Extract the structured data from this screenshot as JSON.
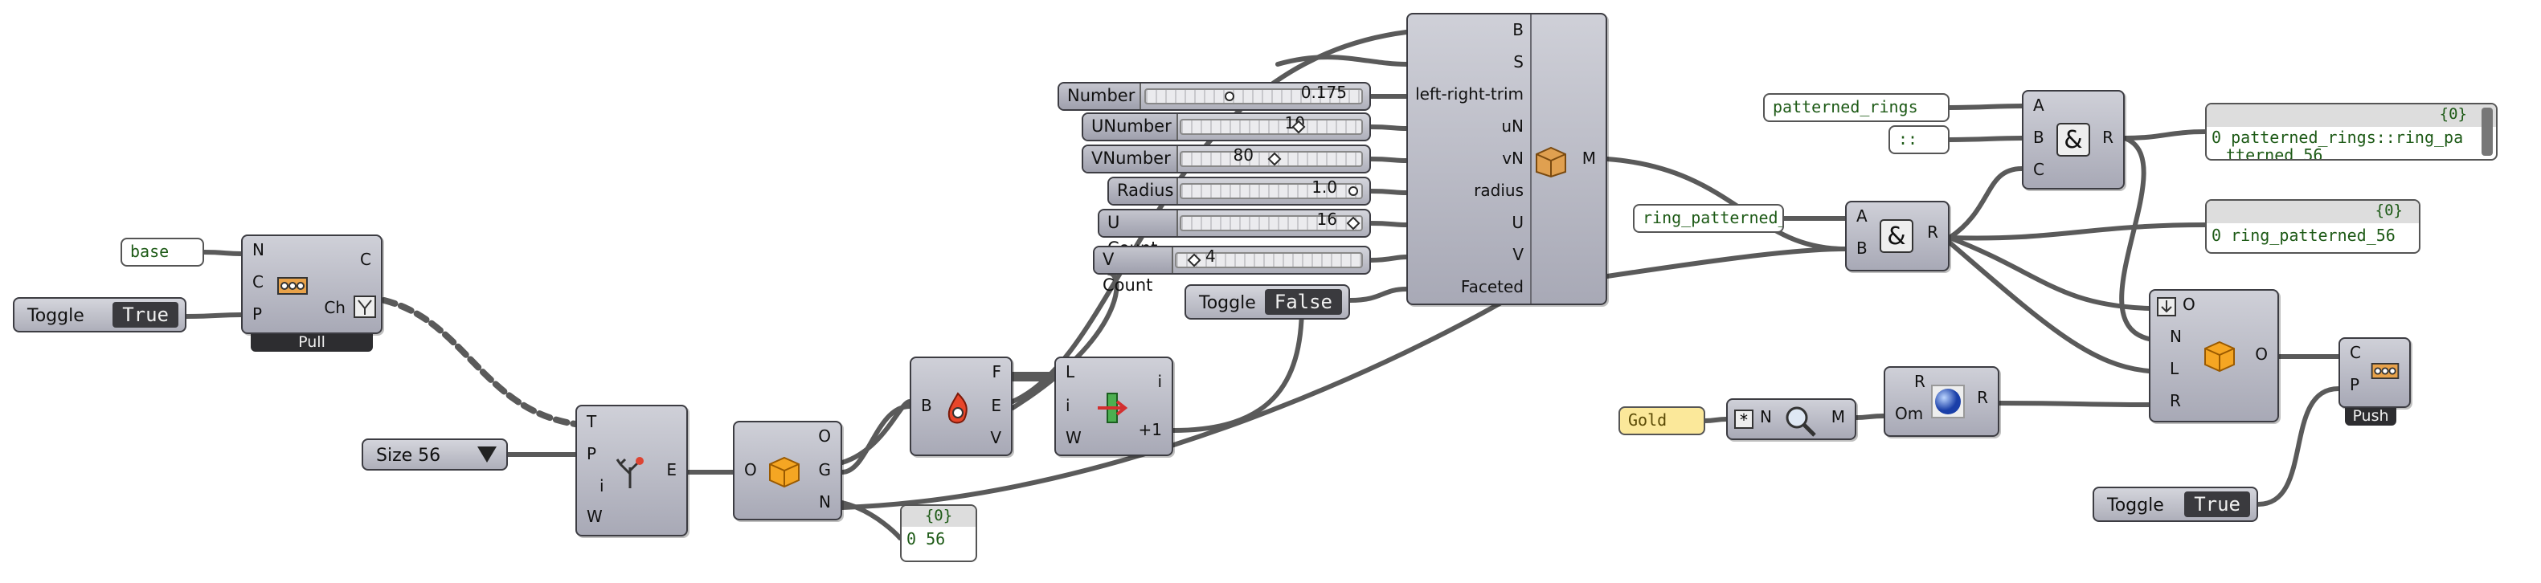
{
  "panels": {
    "base": "base",
    "patterned_rings": "patterned_rings",
    "separator": "::",
    "ring_patterned": "ring_patterned_",
    "gold": "Gold",
    "output_count": "{0}",
    "output_index": "0",
    "output_value": "56",
    "out1_header": "{0}",
    "out1_index": "0",
    "out1_value": "patterned_rings::ring_pa",
    "out1_cut": "tterned_56",
    "out2_header": "{0}",
    "out2_index": "0",
    "out2_value": "ring_patterned_56"
  },
  "toggles": {
    "t1_label": "Toggle",
    "t1_value": "True",
    "t2_label": "Toggle",
    "t2_value": "False",
    "t3_label": "Toggle",
    "t3_value": "True"
  },
  "sliders": [
    {
      "name": "Number",
      "value": "0.175"
    },
    {
      "name": "UNumber",
      "value": "10"
    },
    {
      "name": "VNumber",
      "value": "80"
    },
    {
      "name": "Radius",
      "value": "1.0"
    },
    {
      "name": "U Count",
      "value": "16"
    },
    {
      "name": "V Count",
      "value": "4"
    }
  ],
  "value_list": {
    "label": "Size 56"
  },
  "pull": {
    "inputs": [
      "N",
      "C",
      "P"
    ],
    "outputs": [
      "C",
      "Ch"
    ],
    "label": "Pull"
  },
  "push": {
    "inputs": [
      "C",
      "P"
    ],
    "label": "Push"
  },
  "tree": {
    "inputs": [
      "T",
      "P",
      "i",
      "W"
    ],
    "outputs": [
      "E"
    ]
  },
  "geo": {
    "inputs": [
      "O"
    ],
    "outputs": [
      "O",
      "G",
      "N"
    ]
  },
  "fire": {
    "inputs": [
      "B"
    ],
    "outputs": [
      "F",
      "E",
      "V"
    ]
  },
  "series": {
    "inputs": [
      "L",
      "i",
      "W"
    ],
    "outputs": [
      "i",
      "+1"
    ]
  },
  "cluster": {
    "inputs": [
      "B",
      "S",
      "left-right-trim",
      "uN",
      "vN",
      "radius",
      "U",
      "V",
      "Faceted"
    ],
    "outputs": [
      "M"
    ]
  },
  "concat1": {
    "inputs": [
      "A",
      "B",
      "C"
    ],
    "outputs": [
      "R"
    ]
  },
  "concat2": {
    "inputs": [
      "A",
      "B"
    ],
    "outputs": [
      "R"
    ]
  },
  "bake": {
    "inputs": [
      "O",
      "N",
      "L",
      "R"
    ],
    "outputs": [
      "O"
    ]
  },
  "material": {
    "inputs": [
      "N"
    ],
    "outputs": [
      "M"
    ]
  },
  "render": {
    "inputs": [
      "R",
      "Om"
    ],
    "outputs": [
      "R"
    ]
  },
  "colors": {
    "wire": "#555555",
    "canvas": "#ffffff",
    "gold": "#fbe89a"
  }
}
